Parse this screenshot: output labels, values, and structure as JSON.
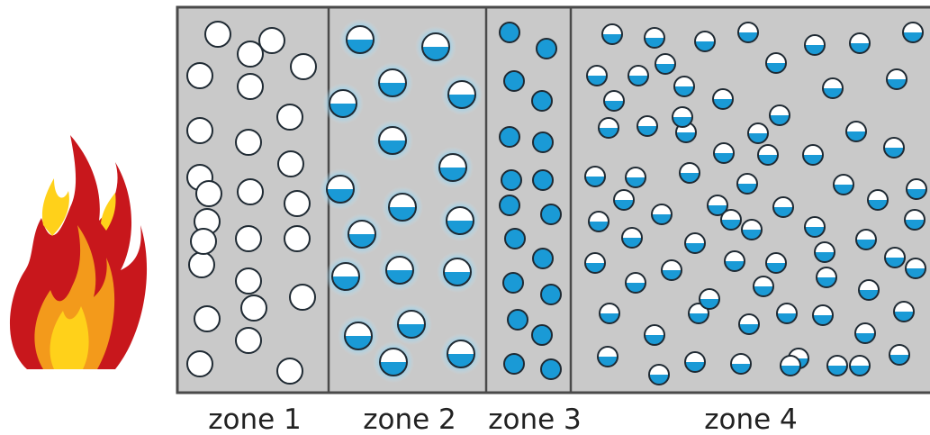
{
  "diagram": {
    "zones": [
      {
        "id": "zone-1",
        "label": "zone 1",
        "particle_style": "empty",
        "count": 26
      },
      {
        "id": "zone-2",
        "label": "zone 2",
        "particle_style": "half-filled-glow",
        "count": 18
      },
      {
        "id": "zone-3",
        "label": "zone 3",
        "particle_style": "solid",
        "count": 18
      },
      {
        "id": "zone-4",
        "label": "zone 4",
        "particle_style": "half-filled-small",
        "count": 75
      }
    ],
    "heat_source_icon": "flame-icon",
    "colors": {
      "panel_fill": "#c9c9c9",
      "panel_border": "#4a4a4a",
      "particle_blue": "#1a9ad6",
      "particle_glow": "#8fd3f0",
      "particle_outline": "#1f2a33",
      "flame_red": "#c8171c",
      "flame_orange": "#f39a1b",
      "flame_yellow": "#ffd11a"
    }
  }
}
